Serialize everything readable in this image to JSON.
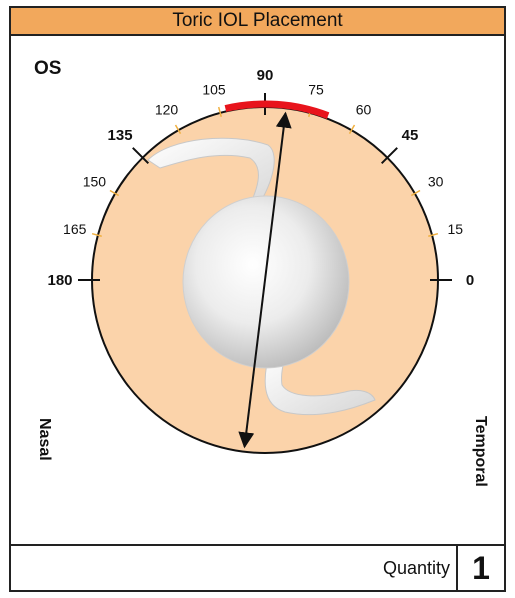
{
  "header": {
    "title": "Toric IOL Placement"
  },
  "eye": "OS",
  "side_labels": {
    "left": "Nasal",
    "right": "Temporal"
  },
  "axis_ticks": [
    {
      "angle": 0,
      "label": "0",
      "major": true
    },
    {
      "angle": 15,
      "label": "15",
      "major": false
    },
    {
      "angle": 30,
      "label": "30",
      "major": false
    },
    {
      "angle": 45,
      "label": "45",
      "major": true
    },
    {
      "angle": 60,
      "label": "60",
      "major": false
    },
    {
      "angle": 75,
      "label": "75",
      "major": false
    },
    {
      "angle": 90,
      "label": "90",
      "major": true
    },
    {
      "angle": 105,
      "label": "105",
      "major": false
    },
    {
      "angle": 120,
      "label": "120",
      "major": false
    },
    {
      "angle": 135,
      "label": "135",
      "major": true
    },
    {
      "angle": 150,
      "label": "150",
      "major": false
    },
    {
      "angle": 165,
      "label": "165",
      "major": false
    },
    {
      "angle": 180,
      "label": "180",
      "major": true
    }
  ],
  "placement_axis_deg": 83,
  "highlight_arc_deg": [
    69,
    103
  ],
  "colors": {
    "header": "#f2a85c",
    "disc": "#fbd3aa",
    "arc": "#e8141c",
    "minor_tick": "#f0b040"
  },
  "footer": {
    "quantity_label": "Quantity",
    "quantity_value": "1"
  }
}
